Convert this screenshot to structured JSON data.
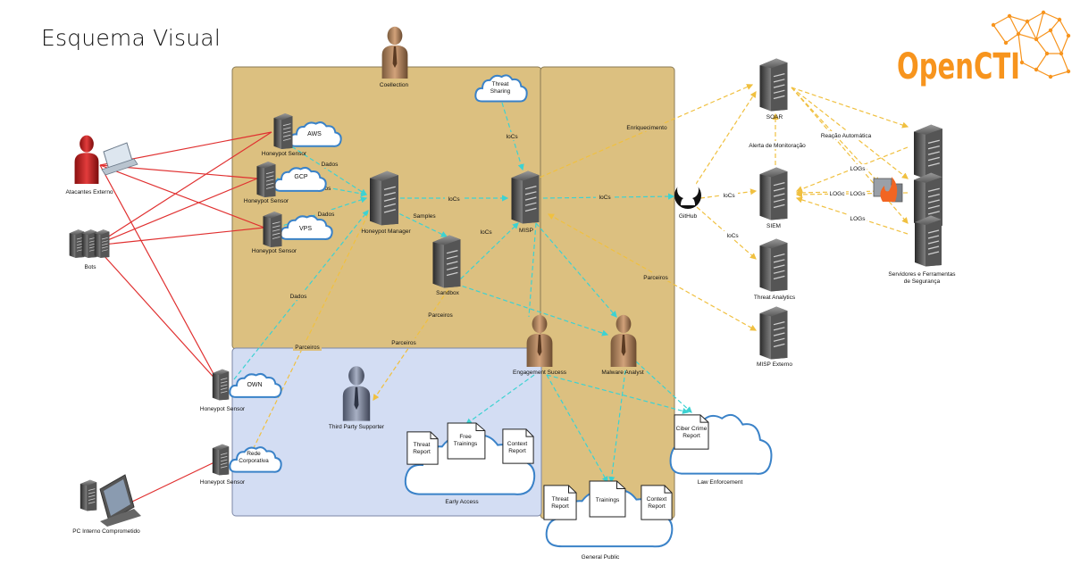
{
  "page": {
    "title": "Esquema Visual"
  },
  "logo": {
    "text": "OpenCTI",
    "color": "#f7941d"
  },
  "colors": {
    "zone_tan": "#dcc080",
    "zone_blue": "#d3ddf3",
    "attack_line": "#e03030",
    "ioc_line": "#3cd2d2",
    "flow_line": "#f0c040"
  },
  "actors": {
    "attackers": "Atacantes Externo",
    "bots": "Bots",
    "pc": "PC Interno Comprometido",
    "collection": "Coellection",
    "third_party": "Third Party Supporter",
    "engagement": "Engagement Sucess",
    "malware_analyst": "Malware Analyst"
  },
  "servers": {
    "hs_aws": "Honeypot Sensor",
    "hs_gcp": "Honeypot Sensor",
    "hs_vps": "Honeypot Sensor",
    "hs_own": "Honeypot Sensor",
    "hs_rede": "Honeypot Sensor",
    "manager": "Honeypot Manager",
    "sandbox": "Sandbox",
    "misp": "MISP",
    "soar": "SOAR",
    "siem": "SIEM",
    "threat_analytics": "Threat Analytics",
    "misp_externo": "MISP Externo",
    "servidores_line1": "Servidores e Ferramentas",
    "servidores_line2": "de Segurança",
    "github": "GitHub"
  },
  "clouds": {
    "aws": "AWS",
    "gcp": "GCP",
    "vps": "VPS",
    "own": "OWN",
    "rede_line1": "Rede",
    "rede_line2": "Corporativa",
    "threat_sharing_line1": "Threat",
    "threat_sharing_line2": "Sharing",
    "early_access": "Early Access",
    "general_public": "General Public",
    "law_enforcement": "Law Enforcement"
  },
  "documents": {
    "early_threat_line1": "Threat",
    "early_threat_line2": "Report",
    "early_free_line1": "Free",
    "early_free_line2": "Trainings",
    "early_context_line1": "Context",
    "early_context_line2": "Report",
    "public_threat_line1": "Threat",
    "public_threat_line2": "Report",
    "public_trainings": "Trainings",
    "public_context_line1": "Context",
    "public_context_line2": "Report",
    "law_ciber_line1": "Ciber Crime",
    "law_ciber_line2": "Report"
  },
  "edge_labels": {
    "dados1": "Dados",
    "dados2": "Dados",
    "dados3": "Dados",
    "dados4": "Dados",
    "iocs_mgr_misp": "IoCs",
    "iocs_threat": "IoCs",
    "iocs_sandbox": "IoCs",
    "iocs_misp_github": "IoCs",
    "iocs_github_siem": "IoCs",
    "iocs_ta": "IoCs",
    "samples": "Samples",
    "parceiros1": "Parceiros",
    "parceiros2": "Parceiros",
    "parceiros3": "Parceiros",
    "parceiros4": "Parceiros",
    "enriquecimento": "Enriquecimento",
    "alerta": "Alerta de Monitoração",
    "reacao": "Reação Automática",
    "logs1": "LOGs",
    "logs2": "LOGc",
    "logs3": "LOGs",
    "logs4": "LOGs"
  }
}
